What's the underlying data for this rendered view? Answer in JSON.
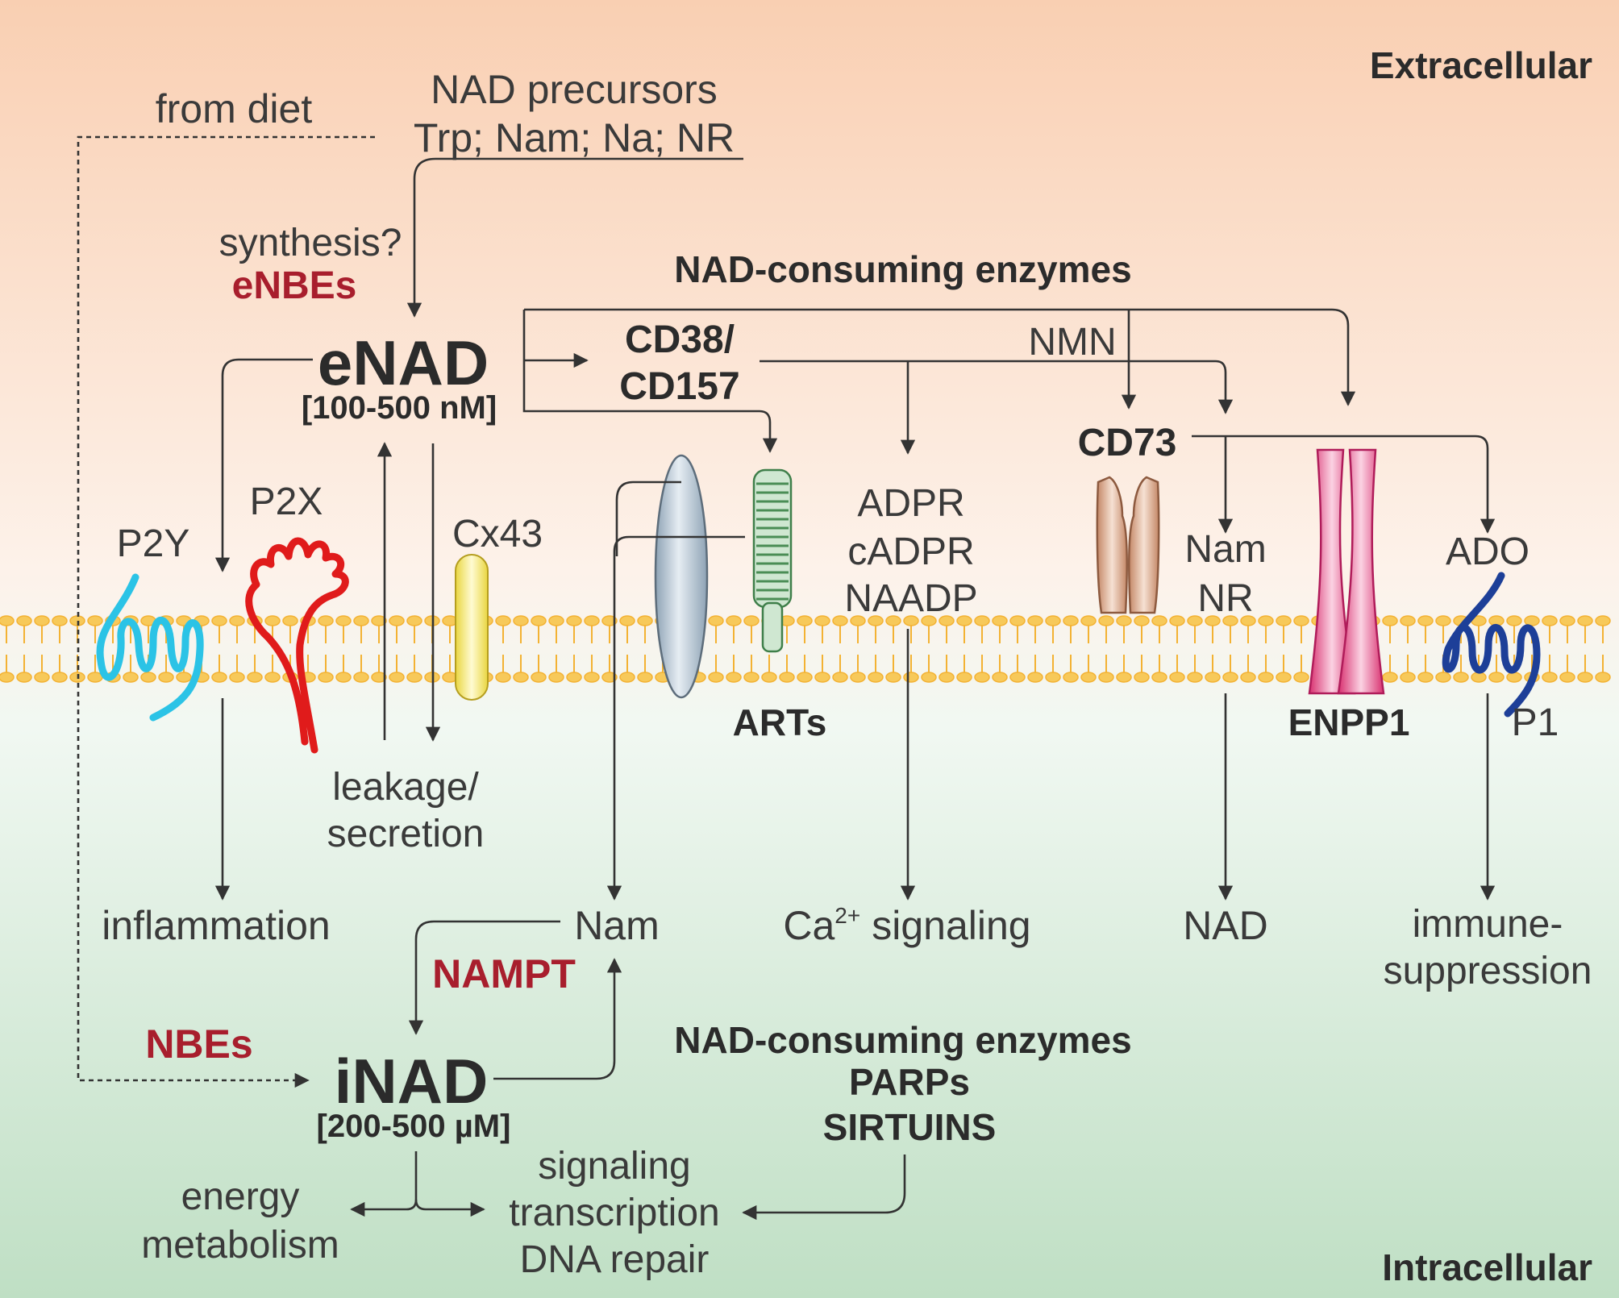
{
  "regions": {
    "extracellular": "Extracellular",
    "intracellular": "Intracellular"
  },
  "sources": {
    "from_diet": "from diet",
    "precursors_title": "NAD precursors",
    "precursors_list": "Trp; Nam; Na; NR",
    "synthesis": "synthesis?",
    "enbes": "eNBEs"
  },
  "enad": {
    "label": "eNAD",
    "conc": "[100-500 nM]"
  },
  "consumers_extracellular": {
    "title": "NAD-consuming enzymes",
    "cd38_line1": "CD38/",
    "cd38_line2": "CD157",
    "nmn": "NMN",
    "arts": "ARTs",
    "adpr": "ADPR",
    "cadpr": "cADPR",
    "naadp": "NAADP",
    "cd73": "CD73",
    "nam": "Nam",
    "nr": "NR",
    "enpp1": "ENPP1",
    "ado": "ADO",
    "p1": "P1"
  },
  "receptors": {
    "p2y": "P2Y",
    "p2x": "P2X",
    "cx43": "Cx43"
  },
  "membrane_transport": {
    "leakage": "leakage/",
    "secretion": "secretion"
  },
  "outcomes": {
    "inflammation": "inflammation",
    "nam": "Nam",
    "ca_base": "Ca",
    "ca_sup": "2+",
    "ca_tail": "signaling",
    "nad": "NAD",
    "immune_1": "immune-",
    "immune_2": "suppression"
  },
  "inad": {
    "nampt": "NAMPT",
    "nbes": "NBEs",
    "label": "iNAD",
    "conc": "[200-500 µM]"
  },
  "consumers_intracellular": {
    "title": "NAD-consuming enzymes",
    "parps": "PARPs",
    "sirtuins": "SIRTUINS"
  },
  "functions": {
    "energy": "energy",
    "metabolism": "metabolism",
    "signaling": "signaling",
    "transcription": "transcription",
    "dna_repair": "DNA repair"
  },
  "colors": {
    "extracellular_bg": "#f9cfb2",
    "intracellular_bg": "#bfdfc4",
    "membrane": "#f3b233",
    "p2y": "#2bc3e6",
    "p2x": "#e01b1b",
    "cx43": "#f4e55a",
    "art_anchor": "#a9bccb",
    "art": "#86bb8c",
    "cd73": "#cf9a7c",
    "enpp1": "#e64b86",
    "p1": "#1d3f98",
    "red_text": "#a81e2d"
  }
}
